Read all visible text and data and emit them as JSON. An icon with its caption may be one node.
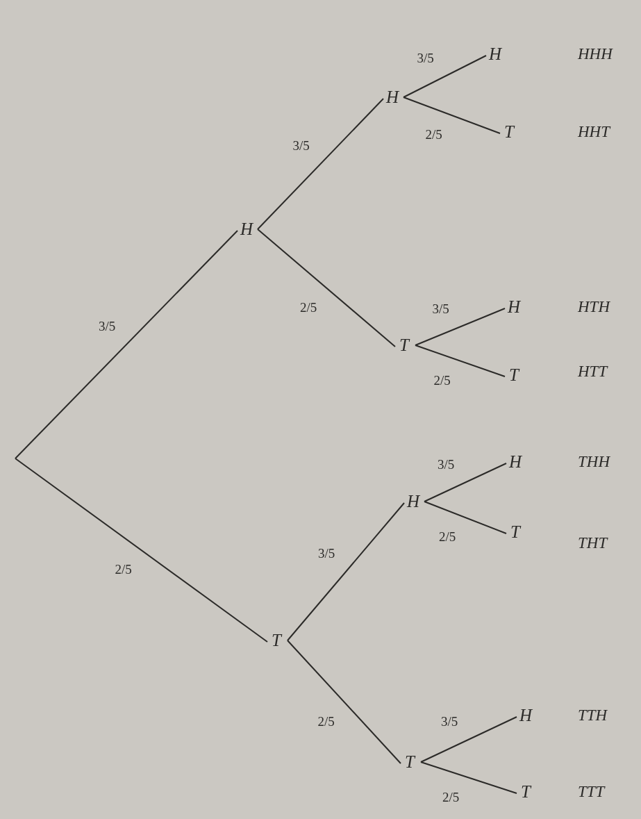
{
  "diagram": {
    "nodes": [
      {
        "text": [
          "H"
        ]
      },
      {
        "text": [
          "H"
        ]
      },
      {
        "text": [
          "H"
        ]
      },
      {
        "text": [
          "T"
        ]
      },
      {
        "text": [
          "T"
        ]
      },
      {
        "text": [
          "H"
        ]
      },
      {
        "text": [
          "T"
        ]
      },
      {
        "text": [
          "T"
        ]
      },
      {
        "text": [
          "H"
        ]
      },
      {
        "text": [
          "H"
        ]
      },
      {
        "text": [
          "T"
        ]
      },
      {
        "text": [
          "T"
        ]
      },
      {
        "text": [
          "H"
        ]
      },
      {
        "text": [
          "T"
        ]
      }
    ],
    "edges": [
      {
        "from": null,
        "to": 0,
        "arrow": "none",
        "label": "3/5"
      },
      {
        "from": null,
        "to": 7,
        "arrow": "none",
        "label": "2/5"
      },
      {
        "from": 0,
        "to": 1,
        "arrow": "none",
        "label": "3/5"
      },
      {
        "from": 0,
        "to": 4,
        "arrow": "none",
        "label": "2/5"
      },
      {
        "from": 1,
        "to": 2,
        "arrow": "none",
        "label": "3/5"
      },
      {
        "from": 1,
        "to": 3,
        "arrow": "none",
        "label": "2/5"
      },
      {
        "from": 4,
        "to": 5,
        "arrow": "none",
        "label": "3/5"
      },
      {
        "from": 4,
        "to": 6,
        "arrow": "none",
        "label": "2/5"
      },
      {
        "from": 7,
        "to": 8,
        "arrow": "none",
        "label": "3/5"
      },
      {
        "from": 7,
        "to": 11,
        "arrow": "none",
        "label": "2/5"
      },
      {
        "from": 8,
        "to": 9,
        "arrow": "none",
        "label": "3/5"
      },
      {
        "from": 8,
        "to": 10,
        "arrow": "none",
        "label": "2/5"
      },
      {
        "from": 11,
        "to": 12,
        "arrow": "none",
        "label": "3/5"
      },
      {
        "from": 11,
        "to": 13,
        "arrow": "none",
        "label": "2/5"
      }
    ],
    "labels": [
      "HHH",
      "HHT",
      "HTH",
      "HTT",
      "THH",
      "THT",
      "TTH",
      "TTT"
    ]
  }
}
